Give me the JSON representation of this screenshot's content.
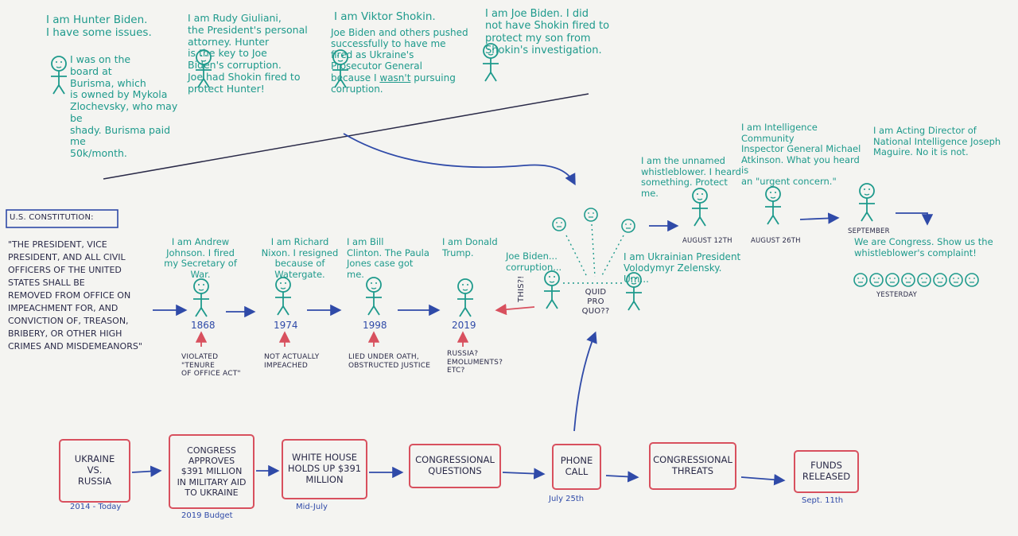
{
  "characters": {
    "hunter": {
      "intro": "I am Hunter Biden.\nI have some issues.",
      "statement": "I was on the\nboard at\nBurisma, which\nis owned by Mykola\nZlochevsky, who may be\nshady. Burisma paid me\n50k/month."
    },
    "rudy": "I am Rudy Giuliani,\nthe President's personal\nattorney. Hunter\nis the key to Joe\nBiden's corruption.\nJoe had Shokin fired to\nprotect Hunter!",
    "shokin": {
      "intro": "I am Viktor Shokin.",
      "lines": "Joe Biden and others pushed\nsuccessfully to have me\nfired as Ukraine's\nProsecutor General\nbecause I",
      "emphasis": "wasn't",
      "rest": "pursuing\ncorruption."
    },
    "joe": "I am Joe Biden. I did\nnot have Shokin fired to\nprotect my son from\nShokin's investigation."
  },
  "constitution": {
    "heading": "U.S. Constitution:",
    "quote": "\"The President, Vice\nPresident, and all Civil\nOfficers of the United\nStates shall be\nremoved from office on\nImpeachment for, and\nConviction of, Treason,\nBribery, or other High\nCrimes and Misdemeanors\""
  },
  "presidents": [
    {
      "label": "I am Andrew\nJohnson. I fired\nmy Secretary of War.",
      "year": "1868",
      "reason": "Violated \"Tenure\nof Office Act\""
    },
    {
      "label": "I am Richard\nNixon. I resigned\nbecause of Watergate.",
      "year": "1974",
      "reason": "Not actually\nimpeached"
    },
    {
      "label": "I am Bill\nClinton. The Paula\nJones case got me.",
      "year": "1998",
      "reason": "Lied under oath,\nobstructed justice"
    },
    {
      "label": "I am Donald\nTrump.",
      "year": "2019",
      "reason": "Russia?\nEmoluments?\nEtc?"
    }
  ],
  "call": {
    "trump_says": "Joe Biden...\ncorruption...",
    "this": "This?!",
    "quid": "Quid\npro\nquo??",
    "zelensky": "I am Ukrainian President\nVolodymyr Zelensky.\nUm..."
  },
  "whistle": {
    "whistleblower": "I am the unnamed\nwhistleblower. I heard\nsomething. Protect me.",
    "whistleblower_date": "August 12th",
    "ig": "I am Intelligence Community\nInspector General Michael\nAtkinson. What you heard is\nan \"urgent concern.\"",
    "ig_date": "August 26th",
    "dni": "I am Acting Director of\nNational Intelligence Joseph\nMaguire. No it is not.",
    "dni_date": "September",
    "congress": "We are Congress. Show us the\nwhistleblower's complaint!",
    "congress_date": "Yesterday"
  },
  "timeline": [
    {
      "box": "Ukraine\nvs.\nRussia",
      "date": "2014 - Today"
    },
    {
      "box": "Congress\napproves\n$391 million\nin military aid\nto Ukraine",
      "date": "2019 Budget"
    },
    {
      "box": "White House\nholds up $391\nmillion",
      "date": "Mid-July"
    },
    {
      "box": "Congressional\nquestions",
      "date": ""
    },
    {
      "box": "Phone\ncall",
      "date": "July 25th"
    },
    {
      "box": "Congressional\nthreats",
      "date": ""
    },
    {
      "box": "Funds\nreleased",
      "date": "Sept. 11th"
    }
  ],
  "colors": {
    "teal": "#1e9a8c",
    "navy": "#2a2a48",
    "blue": "#2f4aa8",
    "red": "#d8505e",
    "board": "#f4f4f1"
  }
}
